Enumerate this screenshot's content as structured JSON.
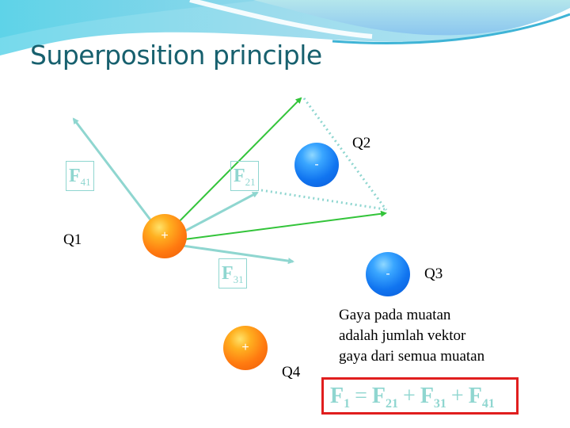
{
  "slide": {
    "title": "Superposition principle",
    "colors": {
      "title": "#17606e",
      "vector": "#8fd6d0",
      "resultant": "#33c43a",
      "box": "#e01e1e"
    }
  },
  "charges": [
    {
      "id": "Q1",
      "label": "Q1",
      "sign": "+",
      "color": "orange"
    },
    {
      "id": "Q2",
      "label": "Q2",
      "sign": "-",
      "color": "blue"
    },
    {
      "id": "Q3",
      "label": "Q3",
      "sign": "-",
      "color": "blue"
    },
    {
      "id": "Q4",
      "label": "Q4",
      "sign": "+",
      "color": "orange"
    }
  ],
  "vectors": [
    {
      "name": "F",
      "sub": "41"
    },
    {
      "name": "F",
      "sub": "21"
    },
    {
      "name": "F",
      "sub": "31"
    }
  ],
  "description": [
    "Gaya pada muatan",
    "adalah jumlah vektor",
    "gaya dari semua muatan"
  ],
  "equation": {
    "lhs": {
      "name": "F",
      "sub": "1"
    },
    "eq": "=",
    "plus": "+",
    "terms": [
      {
        "name": "F",
        "sub": "21"
      },
      {
        "name": "F",
        "sub": "31"
      },
      {
        "name": "F",
        "sub": "41"
      }
    ]
  }
}
